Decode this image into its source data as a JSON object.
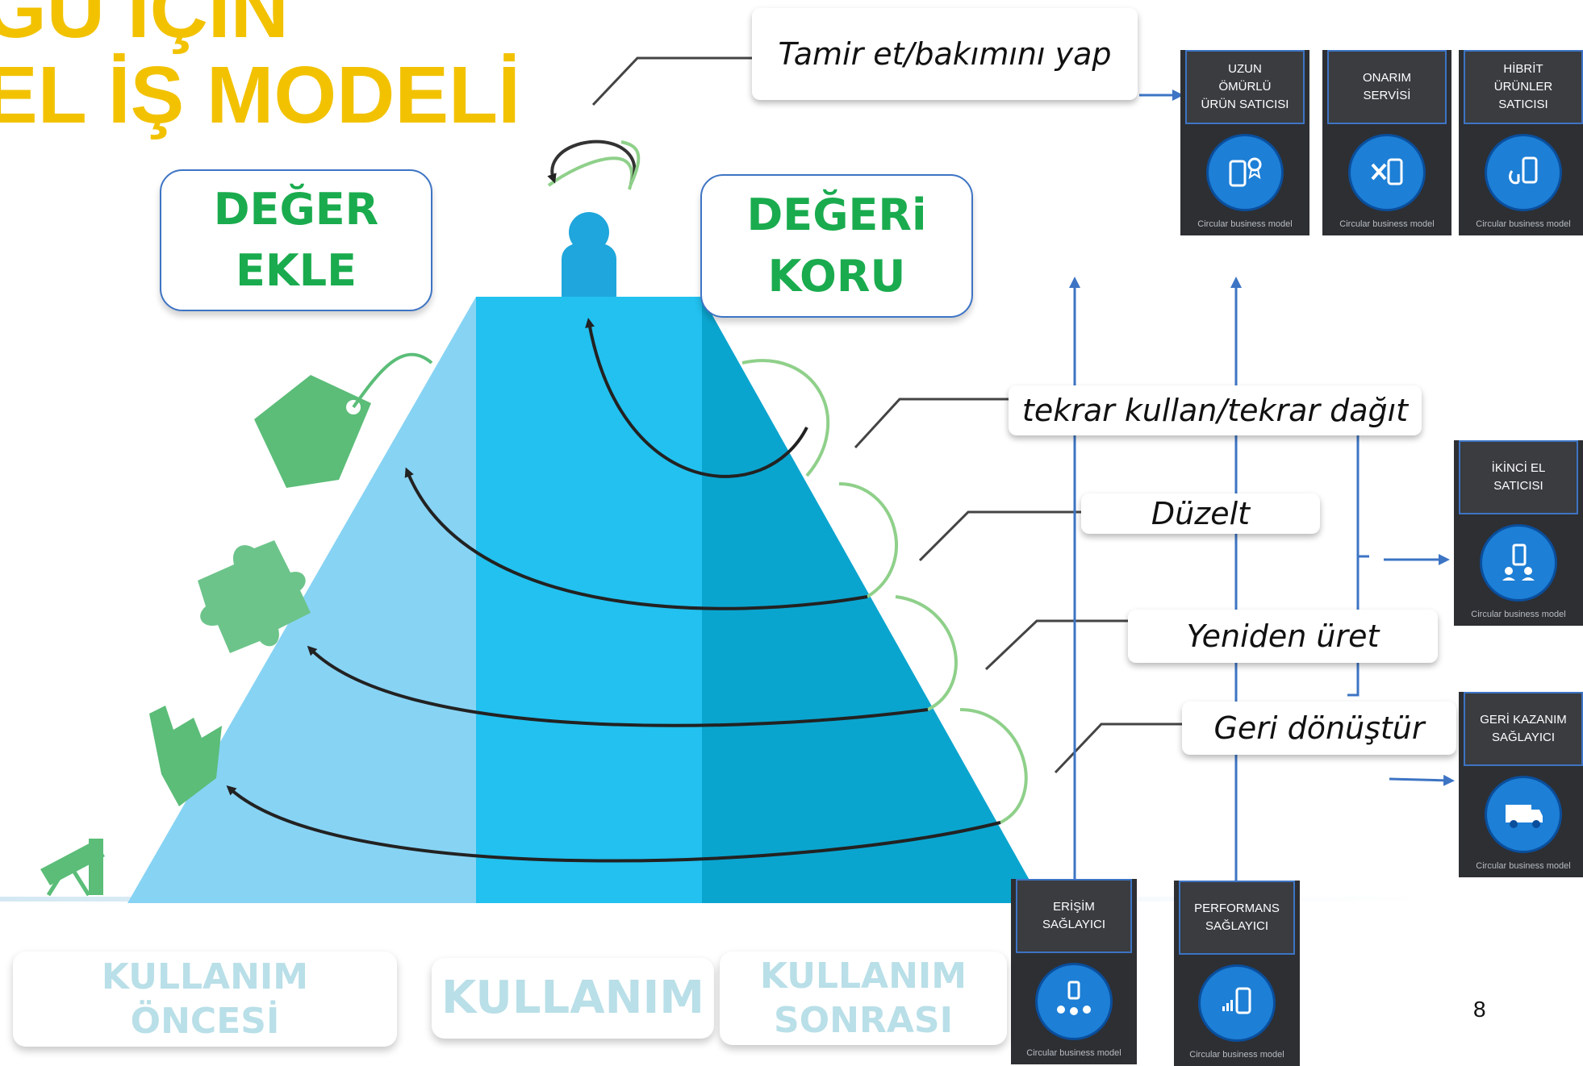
{
  "title": {
    "line1": "GU İÇİN",
    "line2": "EL İŞ MODELİ"
  },
  "value_boxes": {
    "add": [
      "DEĞER",
      "EKLE"
    ],
    "protect": [
      "DEĞERi",
      "KORU"
    ]
  },
  "strategies": {
    "repair": "Tamir et/bakımını yap",
    "reuse": "tekrar kullan/tekrar dağıt",
    "refurbish": "Düzelt",
    "remanufacture": "Yeniden üret",
    "recycle": "Geri dönüştür"
  },
  "stages": {
    "before": [
      "KULLANIM",
      "ÖNCESİ"
    ],
    "during": "KULLANIM",
    "after": [
      "KULLANIM",
      "SONRASI"
    ]
  },
  "cards": [
    {
      "id": "long-life",
      "lines": [
        "UZUN",
        "ÖMÜRLÜ",
        "ÜRÜN SATICISI"
      ],
      "icon": "phone-award-icon",
      "footer": "Circular business model"
    },
    {
      "id": "repair-service",
      "lines": [
        "ONARIM",
        "SERVİSİ"
      ],
      "icon": "tools-phone-icon",
      "footer": "Circular business model"
    },
    {
      "id": "hybrid",
      "lines": [
        "HİBRİT",
        "ÜRÜNLER",
        "SATICISI"
      ],
      "icon": "phone-earphones-icon",
      "footer": "Circular business model"
    },
    {
      "id": "second-hand",
      "lines": [
        "İKİNCİ EL",
        "SATICISI"
      ],
      "icon": "phone-handover-icon",
      "footer": "Circular business model"
    },
    {
      "id": "recovery",
      "lines": [
        "GERİ KAZANIM",
        "SAĞLAYICI"
      ],
      "icon": "recycle-truck-icon",
      "footer": "Circular business model"
    },
    {
      "id": "access",
      "lines": [
        "ERİŞİM",
        "SAĞLAYICI"
      ],
      "icon": "phone-sharing-icon",
      "footer": "Circular business model"
    },
    {
      "id": "performance",
      "lines": [
        "PERFORMANS",
        "SAĞLAYICI"
      ],
      "icon": "phone-signal-icon",
      "footer": "Circular business model"
    }
  ],
  "page_number": "8",
  "colors": {
    "title": "#f2c200",
    "value_text": "#1aab4e",
    "pyramid_left": "#87d3f4",
    "pyramid_mid": "#22c1ef",
    "pyramid_right": "#0aa5cf",
    "loop_green": "#8fd08a",
    "card_bg": "#2d2f33",
    "card_circle": "#1d7fd6",
    "stage_text": "#b9dfe8"
  }
}
